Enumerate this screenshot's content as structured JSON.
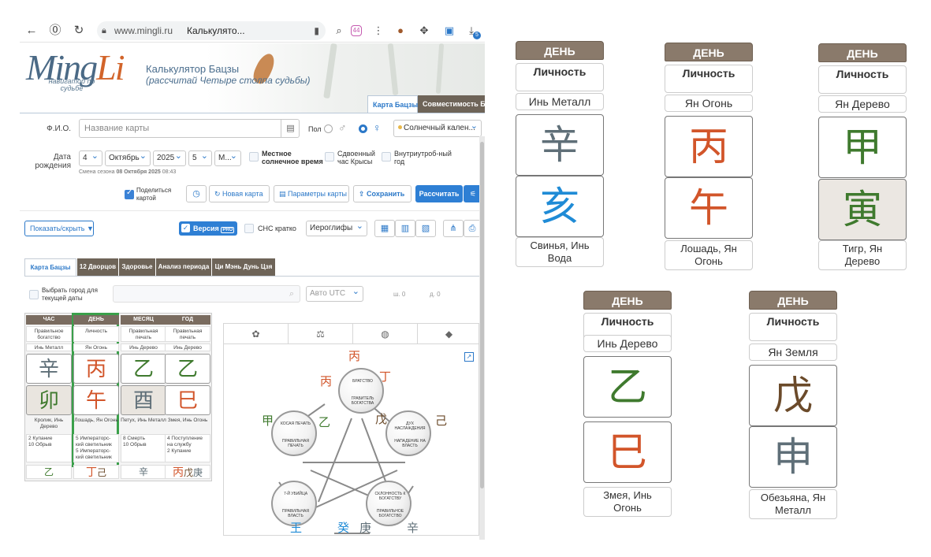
{
  "browser": {
    "domain": "www.mingli.ru",
    "tab_title": "Калькулято...",
    "ext_badge": "44",
    "download_badge": "5"
  },
  "site": {
    "logo_main": "Ming",
    "logo_accent": "Li",
    "logo_tagline": "навигатор по судьбе",
    "title": "Калькулятор Бацзы",
    "subtitle": "(рассчитай Четыре столпа судьбы)",
    "tabs": [
      {
        "label": "Карта Бацзы",
        "active": true
      },
      {
        "label": "Совместимость Ба",
        "active": false
      }
    ]
  },
  "form": {
    "name_label": "Ф.И.О.",
    "name_placeholder": "Название карты",
    "gender_label": "Пол",
    "calendar": "Солнечный кален...",
    "birth_label": "Дата рождения",
    "day": "4",
    "month": "Октябрь",
    "year": "2025",
    "hour": "5",
    "minute": "М...",
    "local_time": "Местное солнечное время",
    "double_rat": "Сдвоенный час Крысы",
    "prenatal": "Внутриутроб-ный год",
    "season_note_prefix": "Смена сезона",
    "season_note_date": "08 Октября 2025",
    "season_note_time": "08:43",
    "share_label": "Поделиться картой",
    "new_map": "Новая карта",
    "params": "Параметры карты",
    "save": "Сохранить",
    "calculate": "Рассчитать"
  },
  "toolbar": {
    "show_hide": "Показать/скрыть",
    "version": "Версия",
    "version_badge": "PRO",
    "cns": "СНС кратко",
    "view": "Иероглифы"
  },
  "subtabs": [
    "Карта Бацзы",
    "12 Дворцов",
    "Здоровье",
    "Анализ периода",
    "Ци Мэнь Дунь Цзя"
  ],
  "city": {
    "label": "Выбрать город для текущей даты",
    "utc": "Авто UTC",
    "lat": "ш.",
    "lon": "д.",
    "lat_val": "0",
    "lon_val": "0"
  },
  "small_chart": [
    {
      "header": "ЧАС",
      "t1": "Правильное богатство",
      "t2": "Инь Металл",
      "g1": "辛",
      "g1c": "#5f6f78",
      "g2": "卯",
      "g2c": "#3f7a2e",
      "g2bg": "#e9e5df",
      "animal": "Кролик, Инь Дерево",
      "events": [
        "2 Купание",
        "10 Обрыв"
      ],
      "hidden": "乙",
      "hidden_colors": [
        "#3f7a2e"
      ]
    },
    {
      "header": "ДЕНЬ",
      "t1": "Личность",
      "t2": "Ян Огонь",
      "g1": "丙",
      "g1c": "#d2552a",
      "g2": "午",
      "g2c": "#d2552a",
      "g2bg": "#fff",
      "animal": "Лошадь, Ян Огонь",
      "events": [
        "5 Императорс-кий светильник",
        "5 Императорс-кий светильник"
      ],
      "hidden": "丁己",
      "hidden_colors": [
        "#d2552a",
        "#6b4a2a"
      ]
    },
    {
      "header": "МЕСЯЦ",
      "t1": "Правильная печать",
      "t2": "Инь Дерево",
      "g1": "乙",
      "g1c": "#3f7a2e",
      "g2": "酉",
      "g2c": "#5f6f78",
      "g2bg": "#e9e5df",
      "animal": "Петух, Инь Металл",
      "events": [
        "8 Смерть",
        "10 Обрыв"
      ],
      "hidden": "辛",
      "hidden_colors": [
        "#5f6f78"
      ]
    },
    {
      "header": "ГОД",
      "t1": "Правильная печать",
      "t2": "Инь Дерево",
      "g1": "乙",
      "g1c": "#3f7a2e",
      "g2": "巳",
      "g2c": "#d2552a",
      "g2bg": "#fff",
      "animal": "Змея, Инь Огонь",
      "events": [
        "4 Поступление на службу",
        "2 Купание"
      ],
      "hidden": "丙戊庚",
      "hidden_colors": [
        "#d2552a",
        "#6b4a2a",
        "#5f6f78"
      ]
    }
  ],
  "wheel": {
    "top": "丙",
    "circles": [
      {
        "up": "БРАТСТВО",
        "down": "ГРАБИТЕЛЬ БОГАТСТВА"
      },
      {
        "up": "ДУХ НАСЛАЖДЕНИЯ",
        "down": "НАПАДЕНИЕ НА ВЛАСТЬ"
      },
      {
        "up": "СКЛОННОСТЬ К БОГАТСТВУ",
        "down": "ПРАВИЛЬНОЕ БОГАТСТВО"
      },
      {
        "up": "7-Й УБИЙЦА",
        "down": "ПРАВИЛЬНАЯ ВЛАСТЬ"
      },
      {
        "up": "КОСАЯ ПЕЧАТЬ",
        "down": "ПРАВИЛЬНАЯ ПЕЧАТЬ"
      }
    ],
    "glyphs": [
      "丙",
      "丁",
      "戊",
      "己",
      "甲",
      "乙",
      "王",
      "癸",
      "庚",
      "辛"
    ]
  },
  "big_cards": [
    {
      "header": "ДЕНЬ",
      "t1": "Личность",
      "t2": "Инь Металл",
      "g1": "辛",
      "g1c": "#5f6f78",
      "g2": "亥",
      "g2c": "#1f8bd6",
      "g2bg": false,
      "animal": [
        "Свинья, Инь",
        "Вода"
      ]
    },
    {
      "header": "ДЕНЬ",
      "t1": "Личность",
      "t2": "Ян Огонь",
      "g1": "丙",
      "g1c": "#d2552a",
      "g2": "午",
      "g2c": "#d2552a",
      "g2bg": false,
      "animal": [
        "Лошадь, Ян",
        "Огонь"
      ]
    },
    {
      "header": "ДЕНЬ",
      "t1": "Личность",
      "t2": "Ян Дерево",
      "g1": "甲",
      "g1c": "#3f7a2e",
      "g2": "寅",
      "g2c": "#3f7a2e",
      "g2bg": true,
      "animal": [
        "Тигр, Ян",
        "Дерево"
      ]
    },
    {
      "header": "ДЕНЬ",
      "t1": "Личность",
      "t2": "Инь Дерево",
      "g1": "乙",
      "g1c": "#3f7a2e",
      "g2": "巳",
      "g2c": "#d2552a",
      "g2bg": false,
      "animal": [
        "Змея, Инь",
        "Огонь"
      ]
    },
    {
      "header": "ДЕНЬ",
      "t1": "Личность",
      "t2": "Ян Земля",
      "g1": "戊",
      "g1c": "#6b4a2a",
      "g2": "申",
      "g2c": "#5f6f78",
      "g2bg": false,
      "animal": [
        "Обезьяна, Ян",
        "Металл"
      ]
    }
  ]
}
